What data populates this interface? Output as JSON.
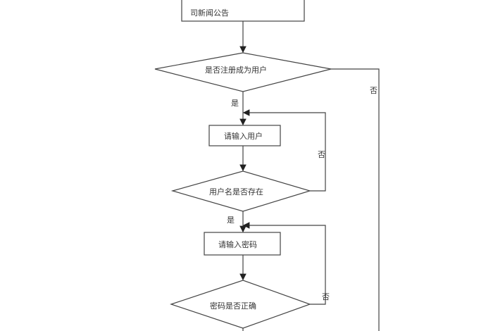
{
  "nodes": {
    "start_box": {
      "text": "司新闻公告"
    },
    "decision_register": {
      "text": "是否注册成为用户"
    },
    "input_user": {
      "text": "请输入用户"
    },
    "decision_user_exists": {
      "text": "用户名是否存在"
    },
    "input_password": {
      "text": "请输入密码"
    },
    "decision_password": {
      "text": "密码是否正确"
    }
  },
  "edge_labels": {
    "register_no": "否",
    "register_yes": "是",
    "user_exists_no": "否",
    "user_exists_yes": "是",
    "password_no": "否"
  }
}
